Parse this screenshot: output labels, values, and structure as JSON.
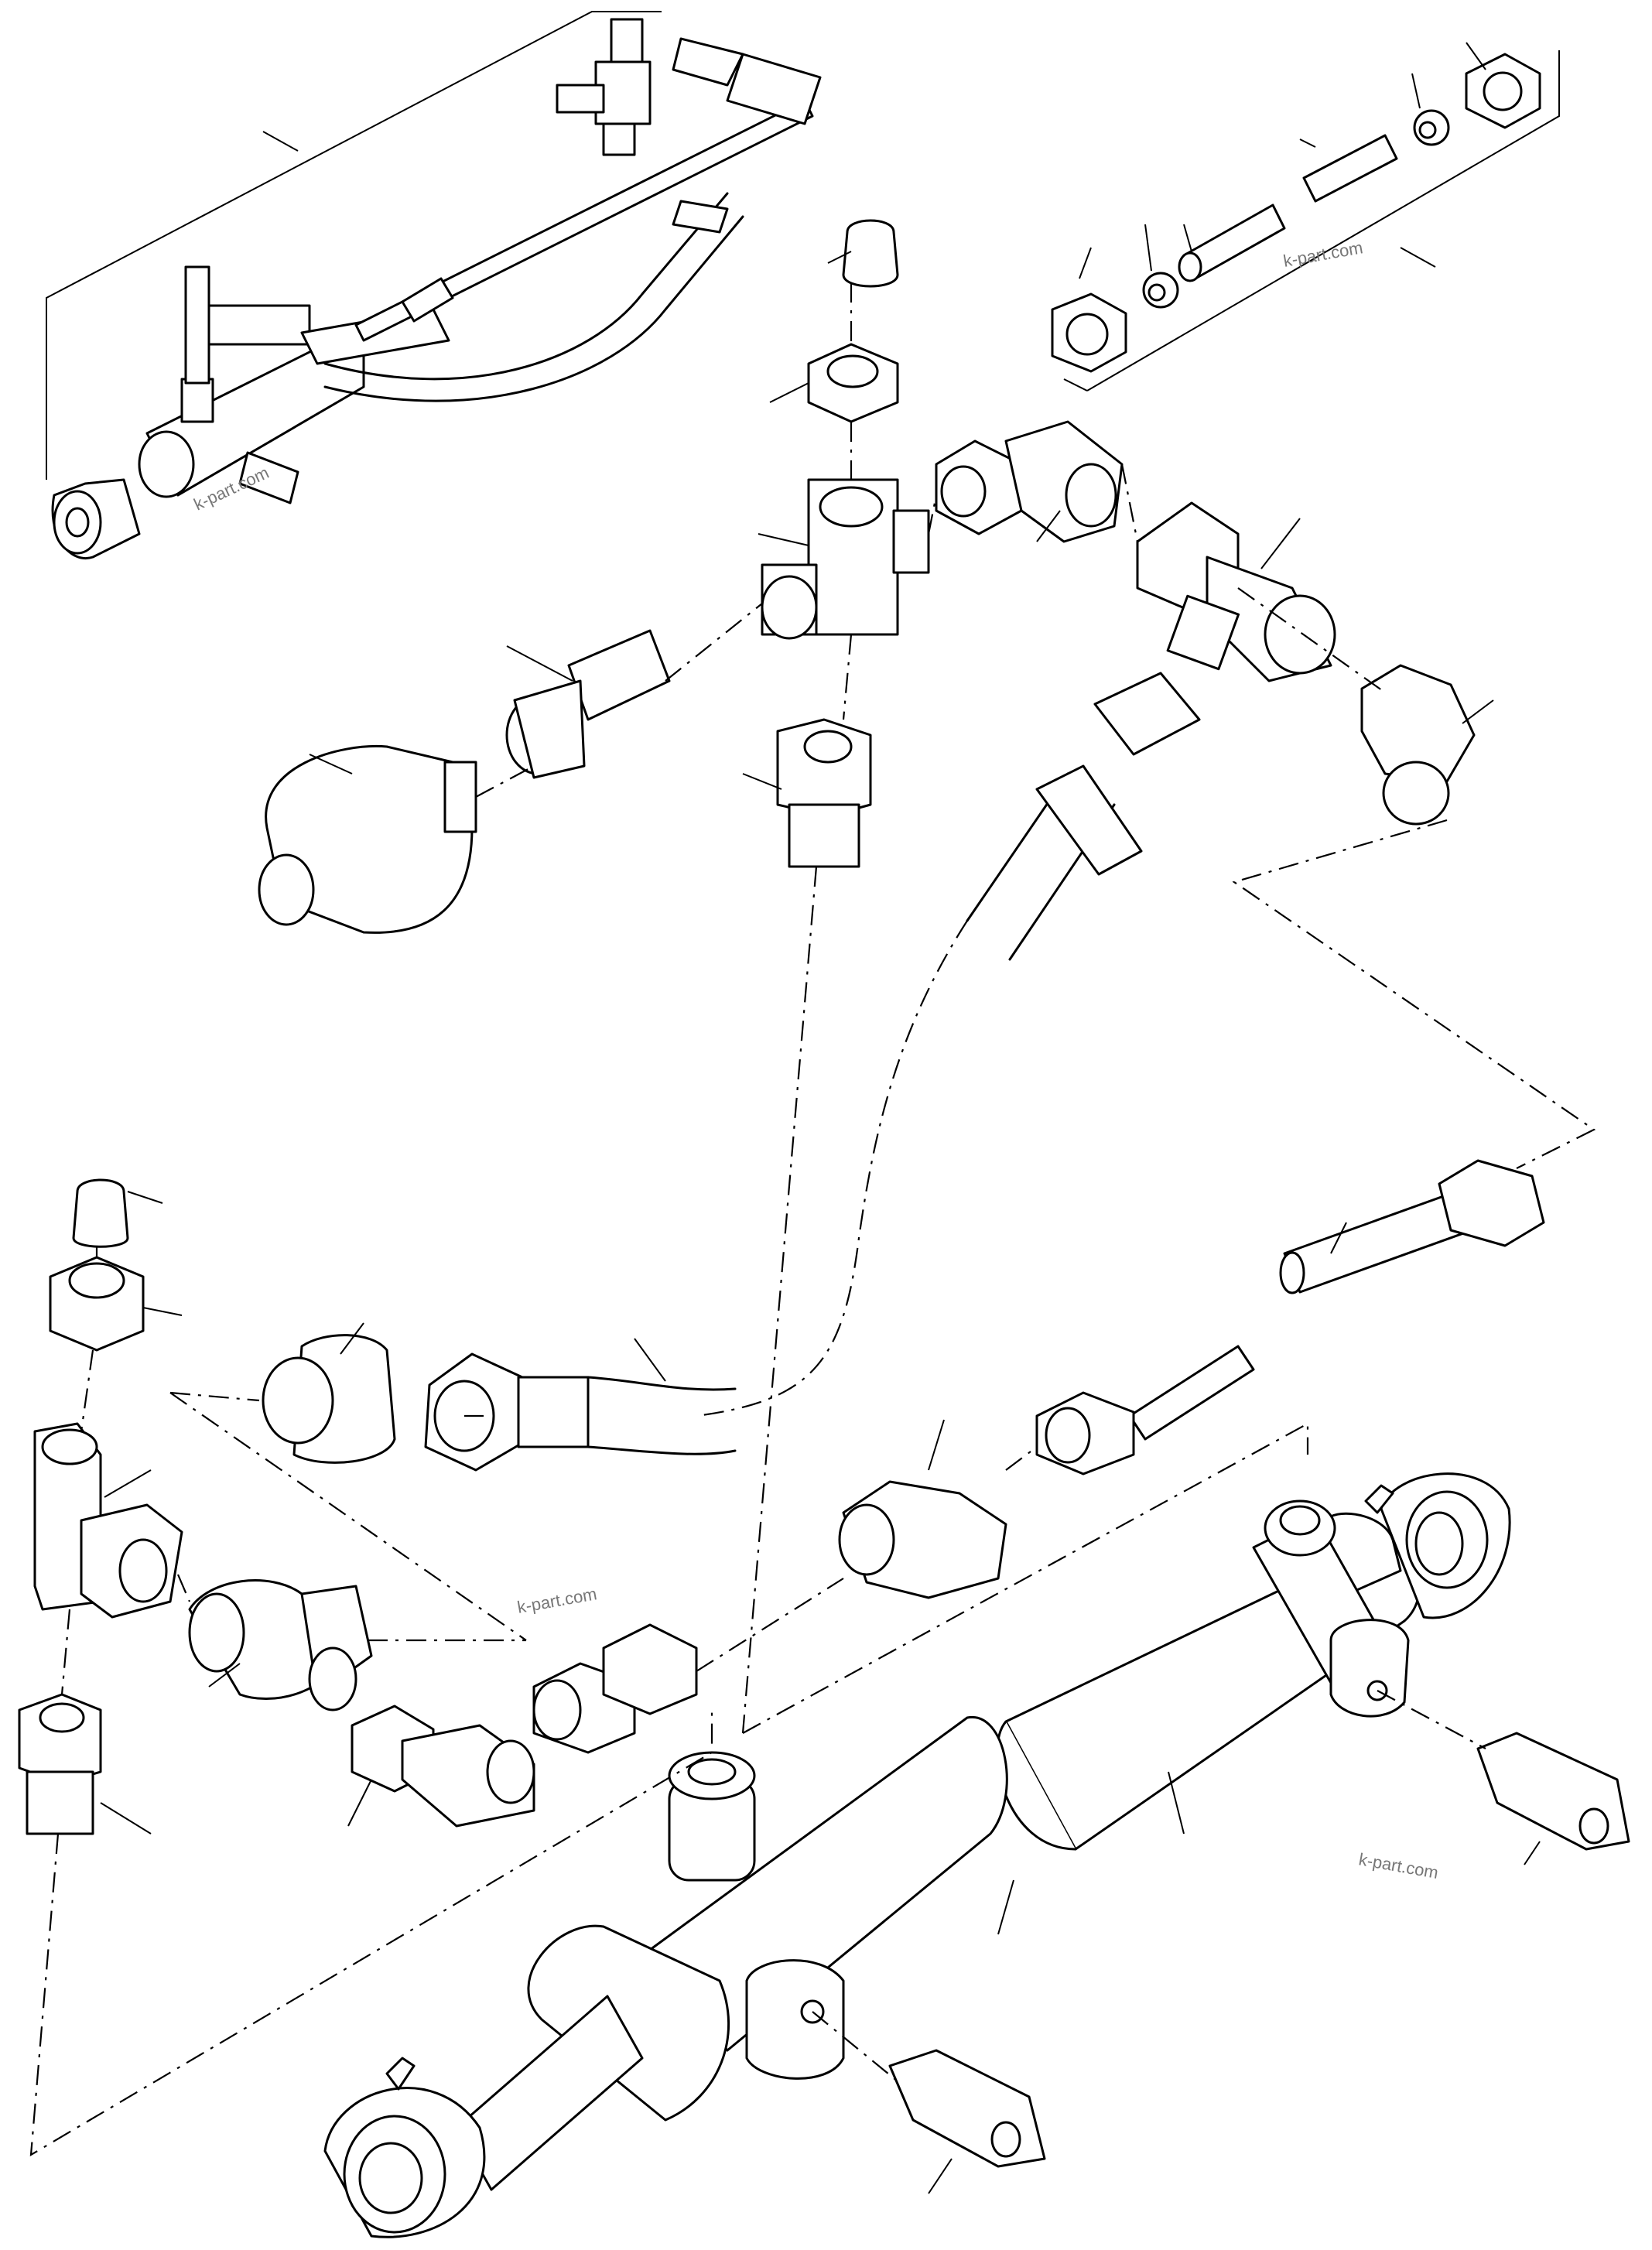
{
  "watermarks": [
    "k-part.com",
    "k-part.com",
    "k-part.com",
    "k-part.com"
  ],
  "colors": {
    "line": "#000000",
    "background": "#ffffff",
    "watermark": "#777777"
  },
  "icons": [
    "assembly-overview",
    "hex-nut",
    "cap-plug",
    "cross-fitting",
    "adapter",
    "accumulator",
    "elbow-fitting",
    "tee-fitting",
    "hose",
    "pipe",
    "steering-cylinder",
    "grease-nipple",
    "pressure-switch"
  ]
}
